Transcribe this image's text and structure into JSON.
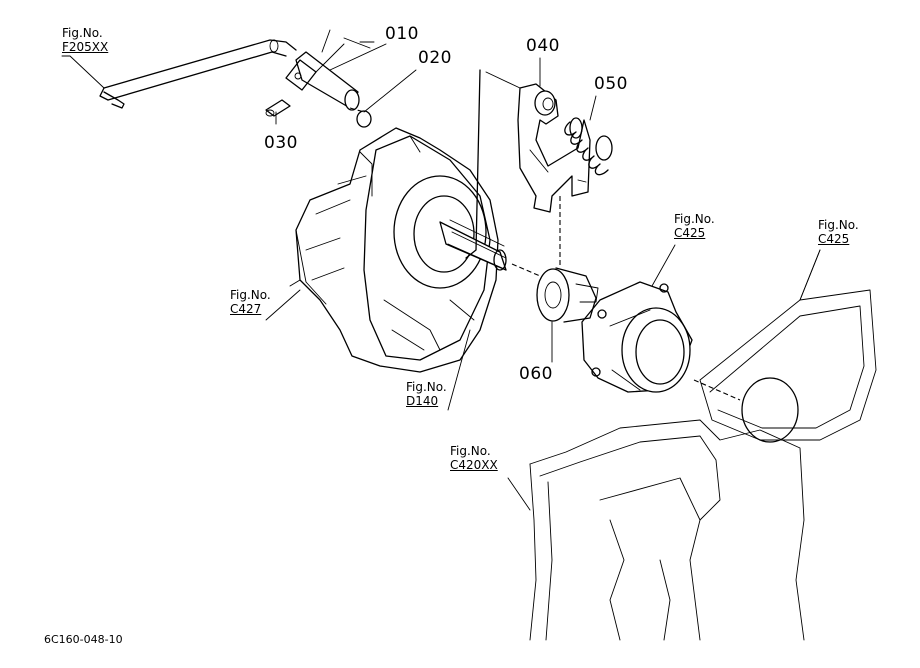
{
  "parts": [
    {
      "id": "010"
    },
    {
      "id": "020"
    },
    {
      "id": "030"
    },
    {
      "id": "040"
    },
    {
      "id": "050"
    },
    {
      "id": "060"
    }
  ],
  "figure_refs": [
    {
      "caption": "Fig.No.",
      "ref": "F205XX"
    },
    {
      "caption": "Fig.No.",
      "ref": "C427"
    },
    {
      "caption": "Fig.No.",
      "ref": "D140"
    },
    {
      "caption": "Fig.No.",
      "ref": "C425"
    },
    {
      "caption": "Fig.No.",
      "ref": "C425"
    },
    {
      "caption": "Fig.No.",
      "ref": "C420XX"
    }
  ],
  "drawing_code": "6C160-048-10"
}
